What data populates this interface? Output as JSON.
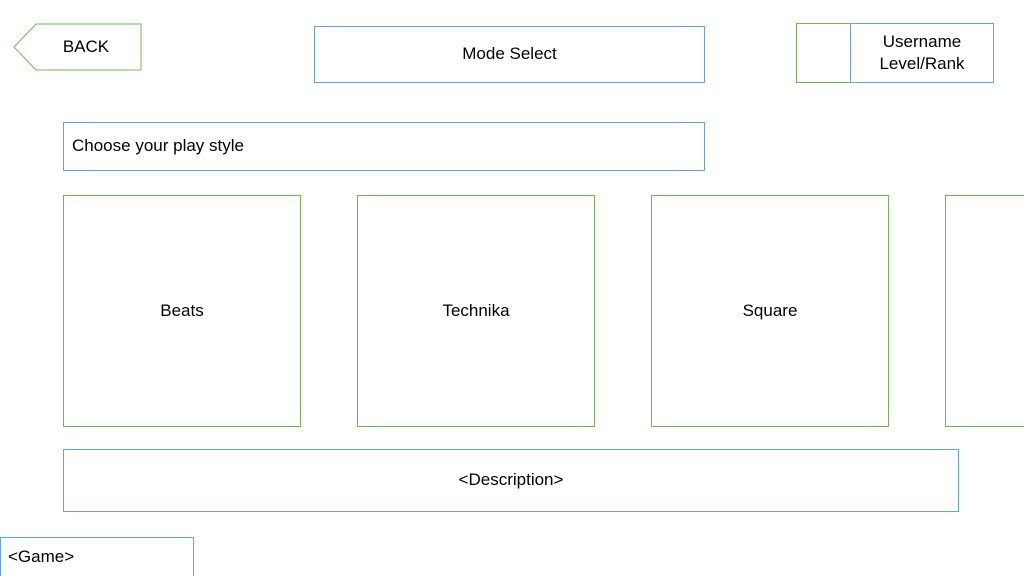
{
  "header": {
    "back_label": "BACK",
    "title": "Mode Select",
    "username": "Username",
    "level_rank": "Level/Rank"
  },
  "prompt": "Choose your play style",
  "modes": [
    {
      "label": "Beats"
    },
    {
      "label": "Technika"
    },
    {
      "label": "Square"
    },
    {
      "label": ""
    }
  ],
  "description": "<Description>",
  "footer": {
    "game": "<Game>"
  },
  "colors": {
    "frame_blue": "#6f9fd8",
    "frame_green": "#77b356"
  }
}
